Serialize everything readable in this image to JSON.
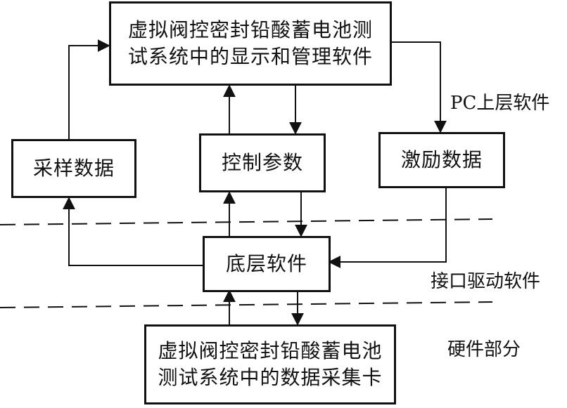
{
  "nodes": {
    "top_software": "虚拟阀控密封铅酸蓄电池测试系统中的显示和管理软件",
    "sampling": "采样数据",
    "control": "控制参数",
    "excitation": "激励数据",
    "bottom_software": "底层软件",
    "acquisition_card": "虚拟阀控密封铅酸蓄电池测试系统中的数据采集卡"
  },
  "layers": {
    "pc": "PC上层软件",
    "interface": "接口驱动软件",
    "hardware": "硬件部分"
  },
  "colors": {
    "stroke": "#111111",
    "background": "#ffffff"
  }
}
